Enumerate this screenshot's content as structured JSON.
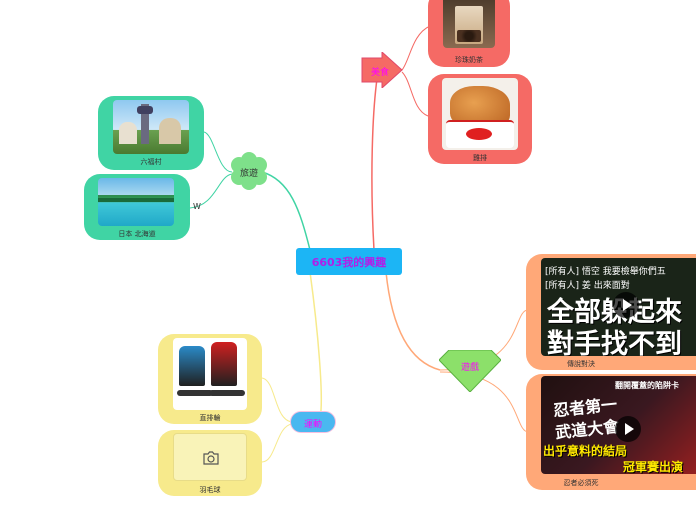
{
  "central": {
    "label": "6603我的興趣"
  },
  "branches": {
    "food": {
      "label": "美食",
      "items": [
        {
          "caption": "珍珠奶茶"
        },
        {
          "caption": "雞排"
        }
      ]
    },
    "travel": {
      "label": "旅遊",
      "items": [
        {
          "caption": "六福村"
        },
        {
          "caption": "日本 北海道"
        }
      ],
      "note": "W"
    },
    "games": {
      "label": "遊戲",
      "items": [
        {
          "caption": "傳說對決",
          "thumb_line1": "[所有人] 悟空 我要檢舉你們五",
          "thumb_line2": "[所有人] 姜 出來面對",
          "thumb_big1": "全部躲起來",
          "thumb_big2": "對手找不到"
        },
        {
          "caption": "忍者必須死",
          "thumb_line1": "翻開覆蓋的陷阱卡",
          "thumb_big1": "忍者第一",
          "thumb_big2": "武道大會",
          "thumb_big3": "出乎意料的結局",
          "thumb_big4": "冠軍賽出演"
        }
      ]
    },
    "sports": {
      "label": "運動",
      "items": [
        {
          "caption": "直排輪"
        },
        {
          "caption": "羽毛球"
        }
      ]
    }
  },
  "colors": {
    "central": "#1cb5f5",
    "food": "#f56a65",
    "travel": "#40d4a4",
    "games": "#ffa878",
    "sports": "#f7ea8c",
    "central_text": "#b020e8"
  }
}
